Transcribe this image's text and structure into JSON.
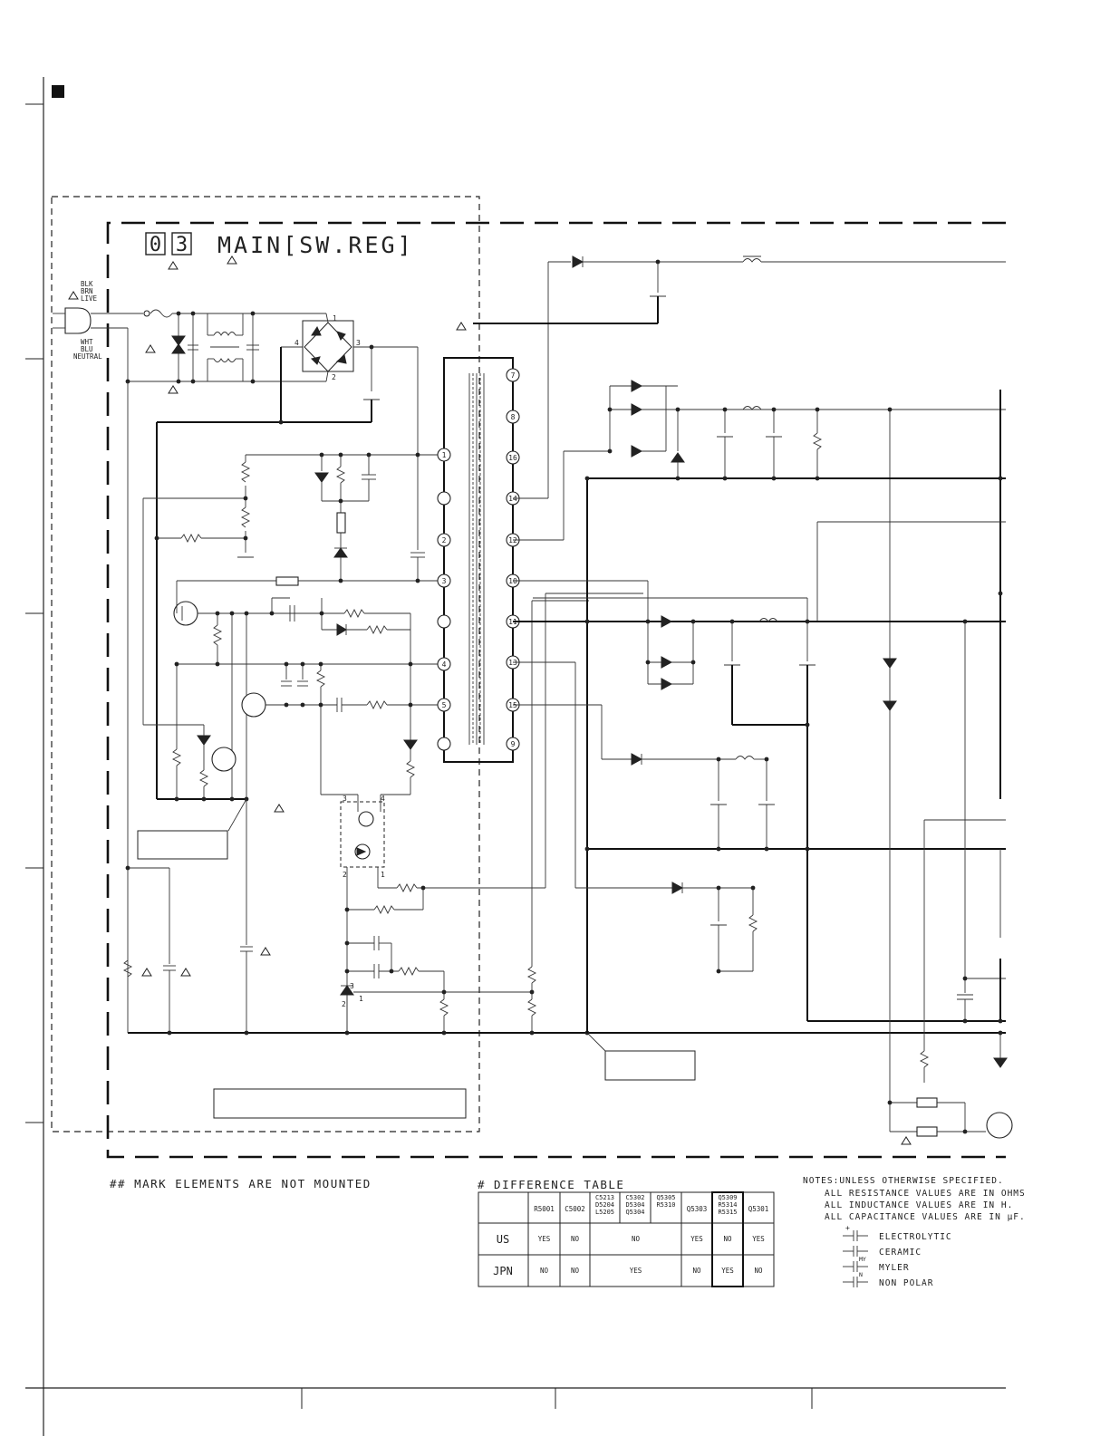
{
  "title": {
    "number_digits": [
      "0",
      "3"
    ],
    "name": "MAIN[SW.REG]"
  },
  "ac_input": {
    "live_label": [
      "BLK",
      "BRN",
      "LIVE"
    ],
    "neutral_label": [
      "WHT",
      "BLU",
      "NEUTRAL"
    ]
  },
  "bridge_pins": [
    "1",
    "2",
    "3",
    "4"
  ],
  "transformer_pins_primary": [
    "1",
    "2",
    "3",
    "4",
    "5"
  ],
  "transformer_pins_secondary": [
    "7",
    "8",
    "16",
    "14",
    "12",
    "10",
    "11",
    "13",
    "15",
    "9"
  ],
  "photocoupler_pins": [
    "1",
    "2",
    "3",
    "4"
  ],
  "shunt_pins": [
    "1",
    "2",
    "3"
  ],
  "mark_note": "## MARK ELEMENTS ARE NOT MOUNTED",
  "difference_table": {
    "title": "# DIFFERENCE TABLE",
    "headers": [
      "",
      "R5001",
      "C5002",
      "C5213 D5204 L5205",
      "C5302 D5304 Q5304",
      "Q5305 R5310",
      "Q5303",
      "Q5309 R5314 R5315",
      "Q5301"
    ],
    "rows": [
      {
        "label": "US",
        "cells": [
          "YES",
          "NO",
          "NO",
          "YES",
          "NO",
          "YES"
        ]
      },
      {
        "label": "JPN",
        "cells": [
          "NO",
          "NO",
          "YES",
          "NO",
          "YES",
          "NO"
        ]
      }
    ]
  },
  "notes": {
    "header": "NOTES:UNLESS OTHERWISE SPECIFIED.",
    "lines": [
      "ALL RESISTANCE VALUES ARE IN OHMS",
      "ALL INDUCTANCE VALUES ARE IN H.",
      "ALL CAPACITANCE VALUES ARE IN μF."
    ],
    "capacitor_legend": [
      "ELECTROLYTIC",
      "CERAMIC",
      "MYLER",
      "NON POLAR"
    ],
    "myler_mark": "MY",
    "nonpolar_mark": "N"
  }
}
